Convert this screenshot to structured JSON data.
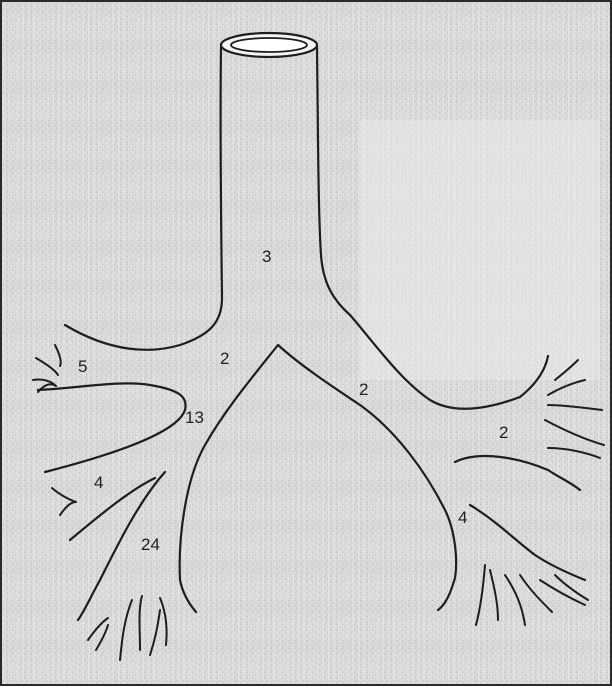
{
  "diagram": {
    "style": "pen-drawn bronchial tree on stippled grey background",
    "background_color": "#d9d9d9",
    "line_color": "#1e1e1e",
    "labels": [
      {
        "id": "trachea",
        "text": "3"
      },
      {
        "id": "left-main-bronchus",
        "text": "2"
      },
      {
        "id": "left-upper-lobe",
        "text": "5"
      },
      {
        "id": "left-intermediate",
        "text": "13"
      },
      {
        "id": "left-lower-branch",
        "text": "4"
      },
      {
        "id": "left-lower-lobe",
        "text": "24"
      },
      {
        "id": "right-main-bronchus",
        "text": "2"
      },
      {
        "id": "right-upper-lobe",
        "text": "2"
      },
      {
        "id": "right-lower-lobe",
        "text": "4"
      }
    ]
  }
}
